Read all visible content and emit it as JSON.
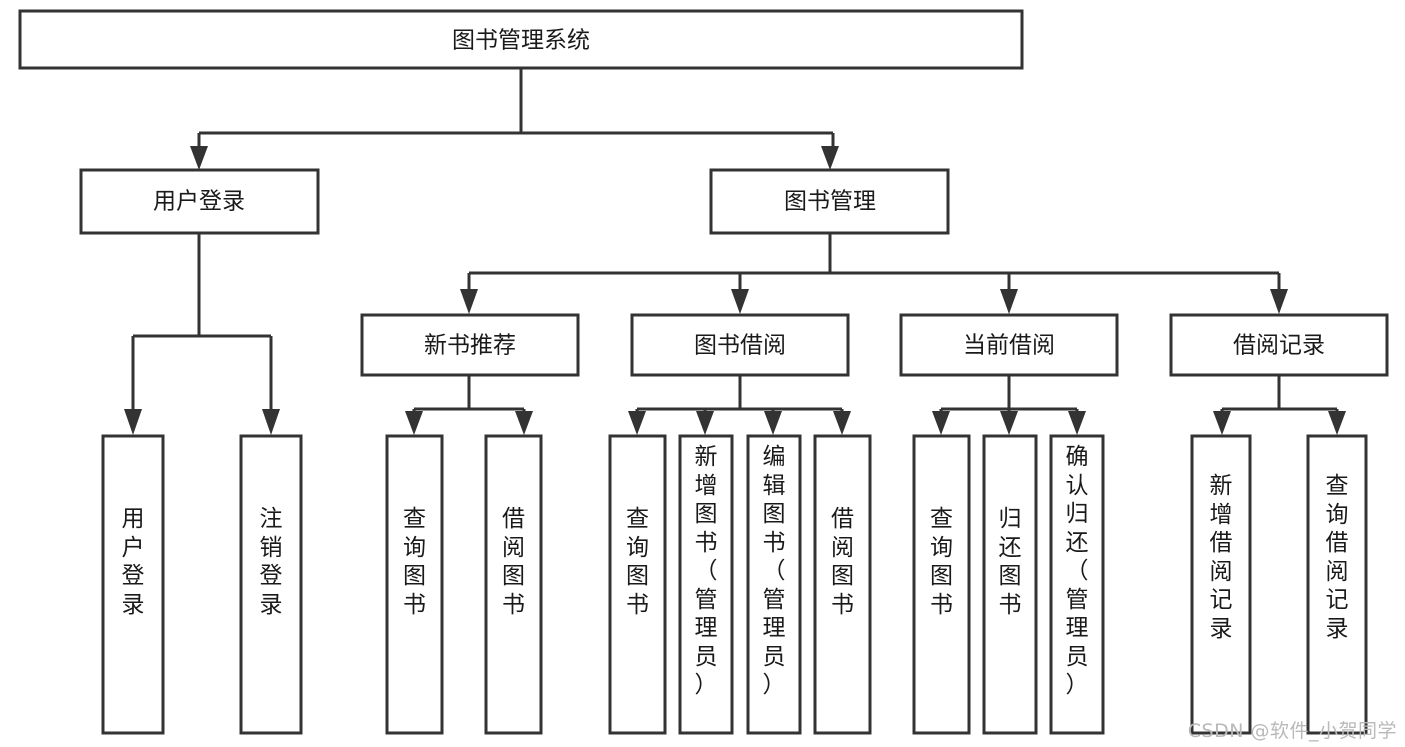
{
  "diagram": {
    "title": "图书管理系统",
    "watermark": "CSDN @软件_小贺同学",
    "colors": {
      "stroke": "#333333",
      "fill": "#ffffff",
      "text": "#1a1a1a",
      "watermark": "#b9b9b9"
    },
    "root": {
      "label": "图书管理系统"
    },
    "level2": [
      {
        "label": "用户登录"
      },
      {
        "label": "图书管理"
      }
    ],
    "level3": [
      {
        "label": "新书推荐"
      },
      {
        "label": "图书借阅"
      },
      {
        "label": "当前借阅"
      },
      {
        "label": "借阅记录"
      }
    ],
    "leaves": {
      "user_login": [
        {
          "label": "用户登录"
        },
        {
          "label": "注销登录"
        }
      ],
      "new_book": [
        {
          "label": "查询图书"
        },
        {
          "label": "借阅图书"
        }
      ],
      "book_borrow": [
        {
          "label": "查询图书"
        },
        {
          "label": "新增图书（管理员）"
        },
        {
          "label": "编辑图书（管理员）"
        },
        {
          "label": "借阅图书"
        }
      ],
      "current_borrow": [
        {
          "label": "查询图书"
        },
        {
          "label": "归还图书"
        },
        {
          "label": "确认归还（管理员）"
        }
      ],
      "borrow_record": [
        {
          "label": "新增借阅记录"
        },
        {
          "label": "查询借阅记录"
        }
      ]
    }
  }
}
